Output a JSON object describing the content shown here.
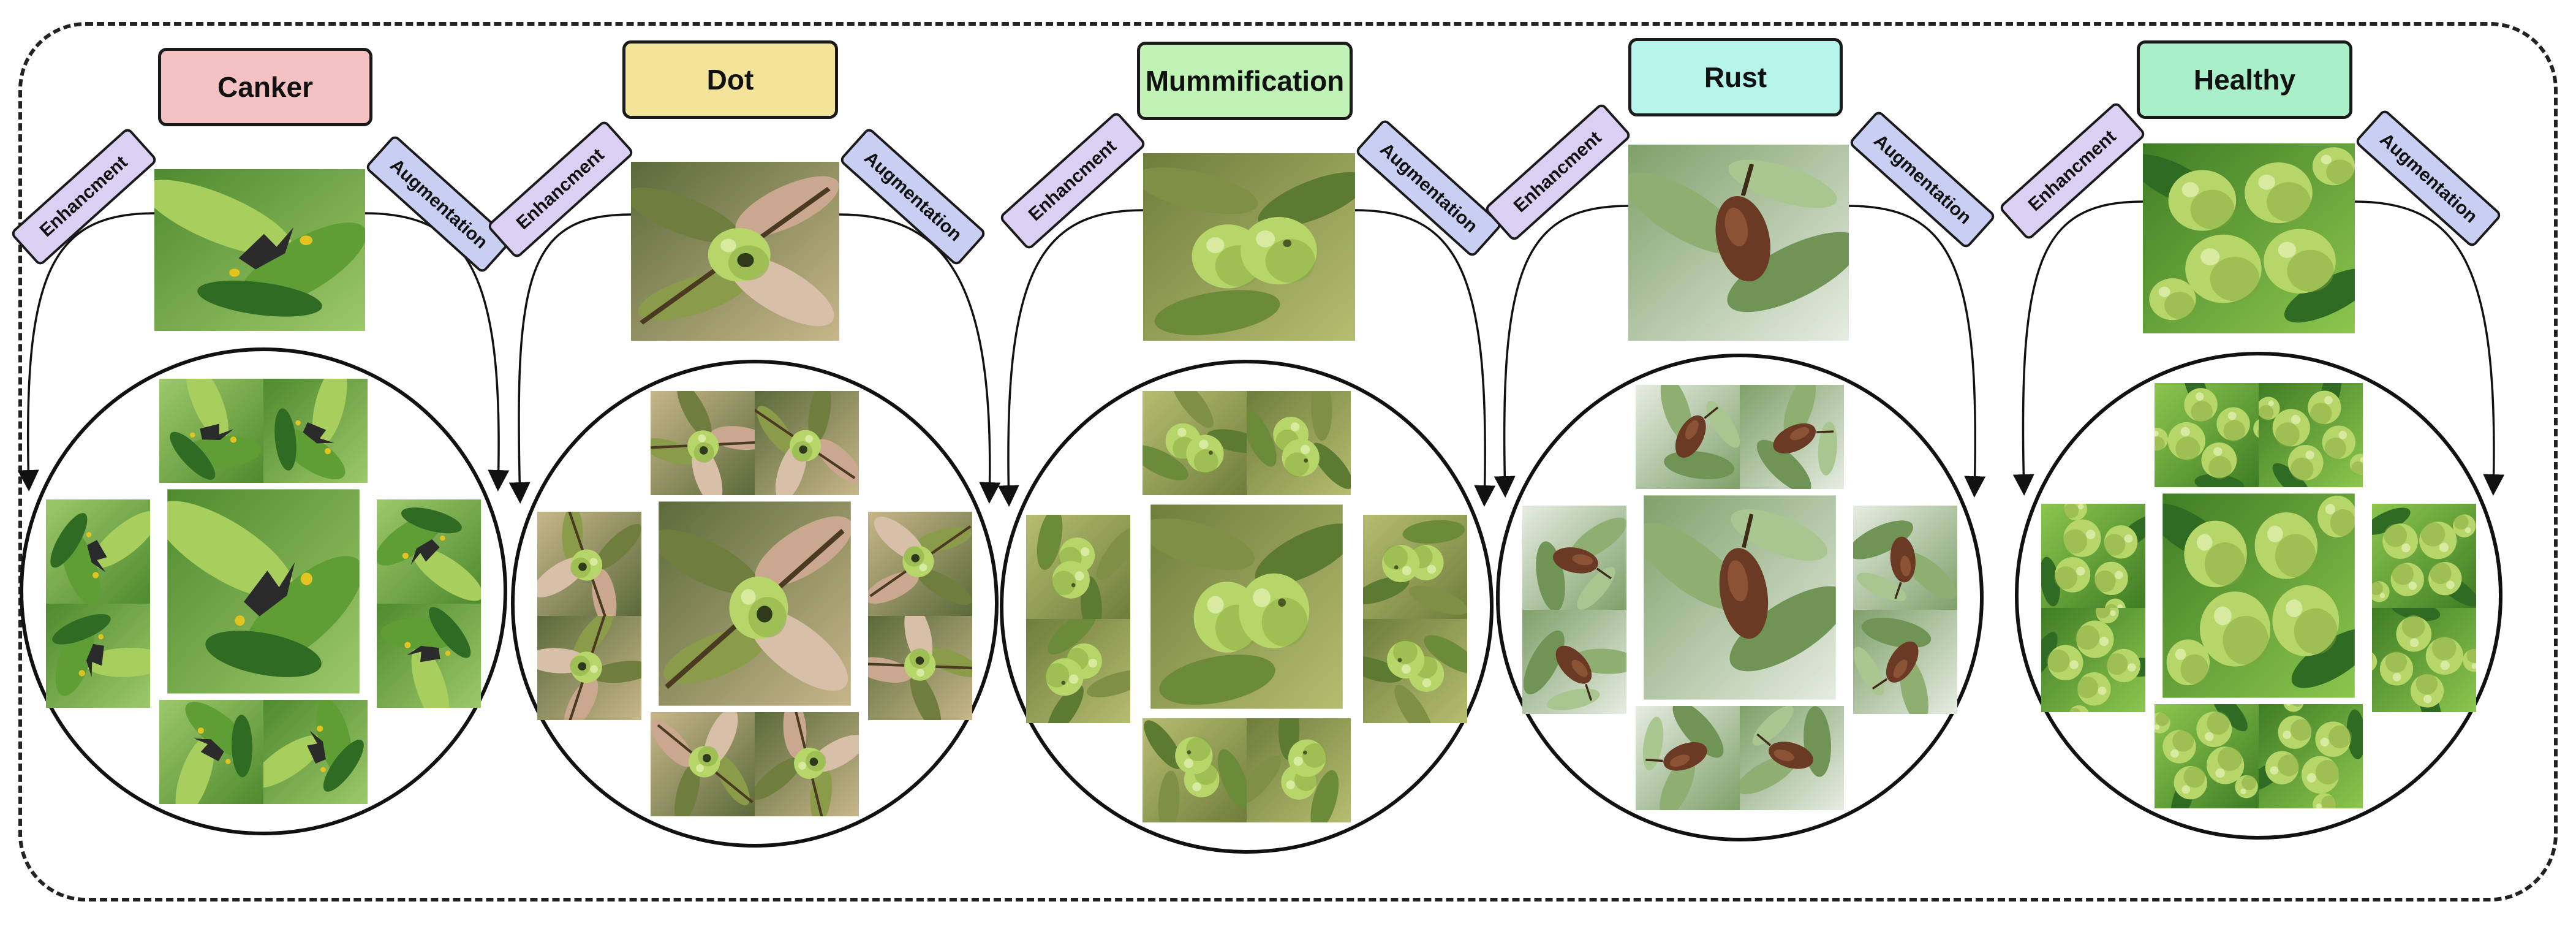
{
  "title": "",
  "palette": {
    "leaf_dark": "#2f6b23",
    "leaf_mid": "#5e9e34",
    "leaf_light": "#a8cf5d",
    "fruit": "#b7d66a",
    "fruit_shade": "#7fa33a",
    "rust": "#6b3a24",
    "canker": "#2b2b2b",
    "frame_line": "#222222"
  },
  "classes": [
    {
      "label": "Canker",
      "color": "#f4c2c2",
      "scene": "canker",
      "enh_label": "Enhancment",
      "aug_label": "Augmentation"
    },
    {
      "label": "Dot",
      "color": "#f3e49a",
      "scene": "dot",
      "enh_label": "Enhancment",
      "aug_label": "Augmentation"
    },
    {
      "label": "Mummification",
      "color": "#bff2b4",
      "scene": "mummy",
      "enh_label": "Enhancment",
      "aug_label": "Augmentation"
    },
    {
      "label": "Rust",
      "color": "#b7f4ea",
      "scene": "rust",
      "enh_label": "Enhancment",
      "aug_label": "Augmentation"
    },
    {
      "label": "Healthy",
      "color": "#a9f0c8",
      "scene": "healthy",
      "enh_label": "Enhancment",
      "aug_label": "Augmentation"
    }
  ]
}
